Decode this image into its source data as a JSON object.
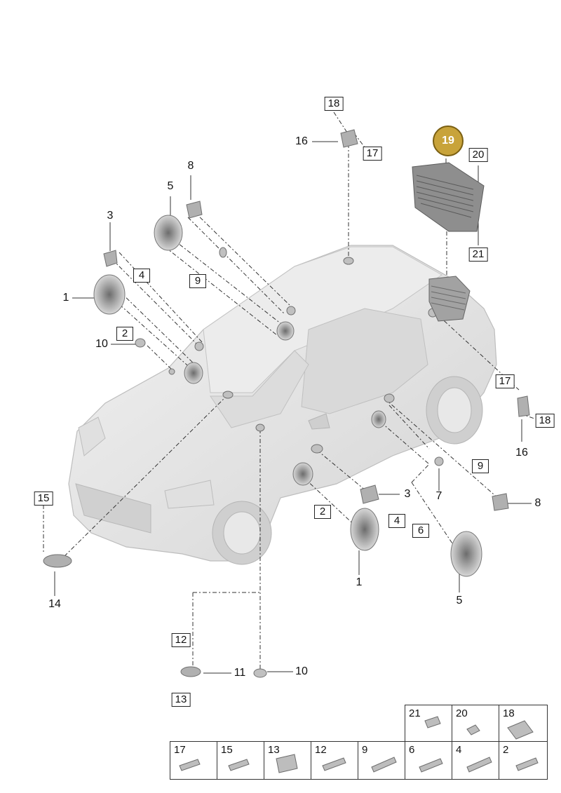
{
  "callouts": {
    "c18_top": "18",
    "c16_top": "16",
    "c17_top": "17",
    "c19": "19",
    "c20": "20",
    "c21": "21",
    "c8_left": "8",
    "c5_left": "5",
    "c3_left": "3",
    "c4_left": "4",
    "c9_left": "9",
    "c1_left": "1",
    "c2_left": "2",
    "c10_left": "10",
    "c17_right": "17",
    "c18_right": "18",
    "c16_right": "16",
    "c9_right": "9",
    "c7_right": "7",
    "c8_right": "8",
    "c3_right": "3",
    "c4_right": "4",
    "c2_right": "2",
    "c6_right": "6",
    "c1_bottom": "1",
    "c5_bottom": "5",
    "c15": "15",
    "c14": "14",
    "c12": "12",
    "c11": "11",
    "c10_bottom": "10",
    "c13": "13"
  },
  "legend": {
    "top_row": [
      "21",
      "20",
      "18"
    ],
    "bottom_row": [
      "17",
      "15",
      "13",
      "12",
      "9",
      "6",
      "4",
      "2"
    ]
  },
  "colors": {
    "highlight": "#c8a33a",
    "car_body": "#e3e3e3",
    "part_gray": "#9a9a9a"
  }
}
